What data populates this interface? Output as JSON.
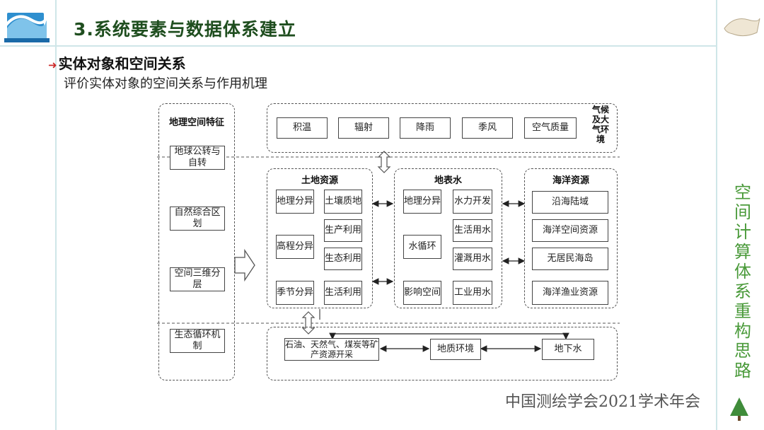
{
  "slide": {
    "title": "3.系统要素与数据体系建立",
    "subtitle": "实体对象和空间关系",
    "description": "评价实体对象的空间关系与作用机理",
    "side_text": "空间计算体系重构思路",
    "footer": "中国测绘学会2021学术年会"
  },
  "diagram": {
    "left_panel": {
      "title": "地理空间特征",
      "items": [
        "地球公转与自转",
        "自然综合区划",
        "空间三维分层",
        "生态循环机制"
      ]
    },
    "climate": {
      "label": "气候及大气环境",
      "items": [
        "积温",
        "辐射",
        "降雨",
        "季风",
        "空气质量"
      ]
    },
    "land": {
      "title": "土地资源",
      "items": [
        "地理分异",
        "土壤质地",
        "生产利用",
        "高程分异",
        "生态利用",
        "季节分异",
        "生活利用"
      ]
    },
    "surface_water": {
      "title": "地表水",
      "items": [
        "地理分异",
        "水力开发",
        "生活用水",
        "水循环",
        "灌溉用水",
        "影响空间",
        "工业用水"
      ]
    },
    "ocean": {
      "title": "海洋资源",
      "items": [
        "沿海陆域",
        "海洋空间资源",
        "无居民海岛",
        "海洋渔业资源"
      ]
    },
    "underground": {
      "items": [
        "石油、天然气、煤炭等矿产资源开采",
        "地质环境",
        "地下水"
      ]
    }
  }
}
